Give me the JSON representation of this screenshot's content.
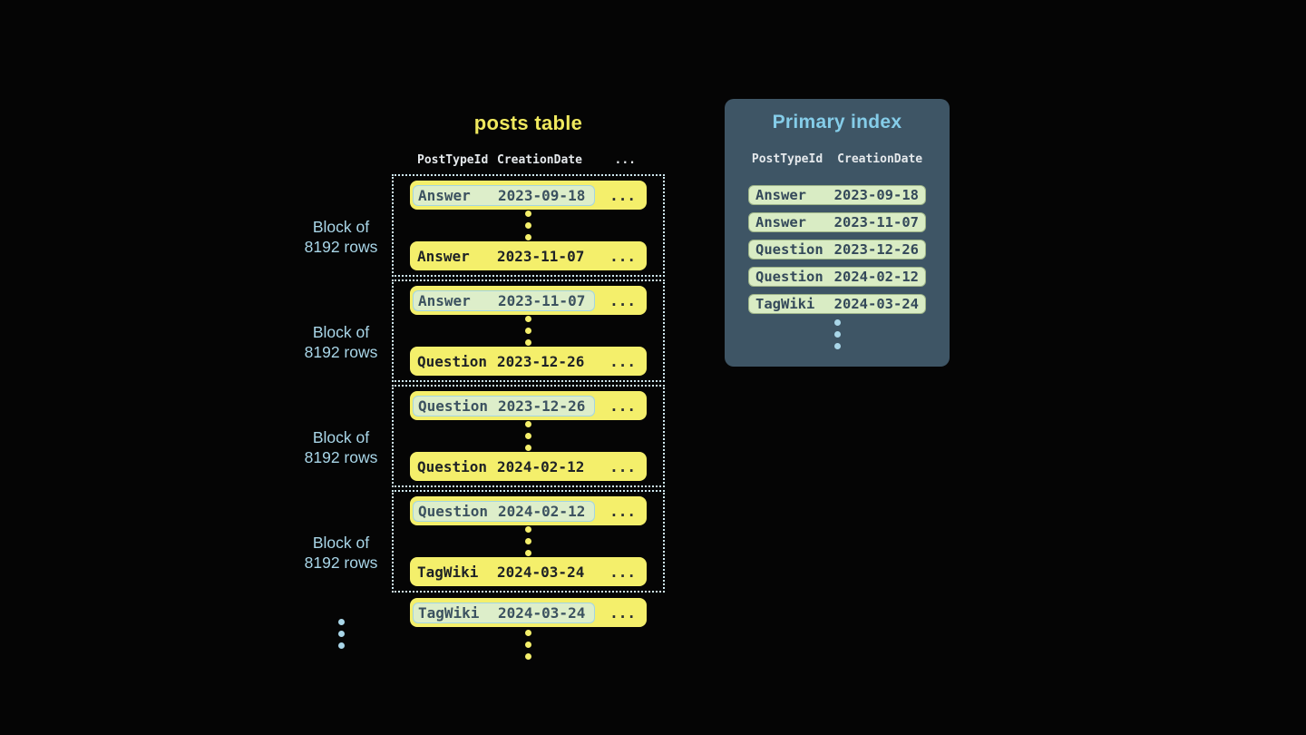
{
  "posts_table": {
    "title": "posts table",
    "columns": [
      "PostTypeId",
      "CreationDate"
    ],
    "ellipsis": "...",
    "block_label_line1": "Block of",
    "block_label_line2": "8192 rows",
    "blocks": [
      {
        "first": {
          "type": "Answer",
          "date": "2023-09-18"
        },
        "last": {
          "type": "Answer",
          "date": "2023-11-07"
        }
      },
      {
        "first": {
          "type": "Answer",
          "date": "2023-11-07"
        },
        "last": {
          "type": "Question",
          "date": "2023-12-26"
        }
      },
      {
        "first": {
          "type": "Question",
          "date": "2023-12-26"
        },
        "last": {
          "type": "Question",
          "date": "2024-02-12"
        }
      },
      {
        "first": {
          "type": "Question",
          "date": "2024-02-12"
        },
        "last": {
          "type": "TagWiki",
          "date": "2024-03-24"
        }
      }
    ],
    "overflow_row": {
      "type": "TagWiki",
      "date": "2024-03-24"
    }
  },
  "primary_index": {
    "title": "Primary index",
    "columns": [
      "PostTypeId",
      "CreationDate"
    ],
    "rows": [
      {
        "type": "Answer",
        "date": "2023-09-18"
      },
      {
        "type": "Answer",
        "date": "2023-11-07"
      },
      {
        "type": "Question",
        "date": "2023-12-26"
      },
      {
        "type": "Question",
        "date": "2024-02-12"
      },
      {
        "type": "TagWiki",
        "date": "2024-03-24"
      }
    ]
  },
  "colors": {
    "background": "#050505",
    "row_yellow": "#f4ef6b",
    "title_yellow": "#f0e95e",
    "highlight_pill_green": "#ddeeca",
    "highlight_pill_border": "#a3d5e2",
    "panel_slate": "#3e5565",
    "accent_blue": "#a9d6e8",
    "index_row_green": "#d9ecc4"
  }
}
